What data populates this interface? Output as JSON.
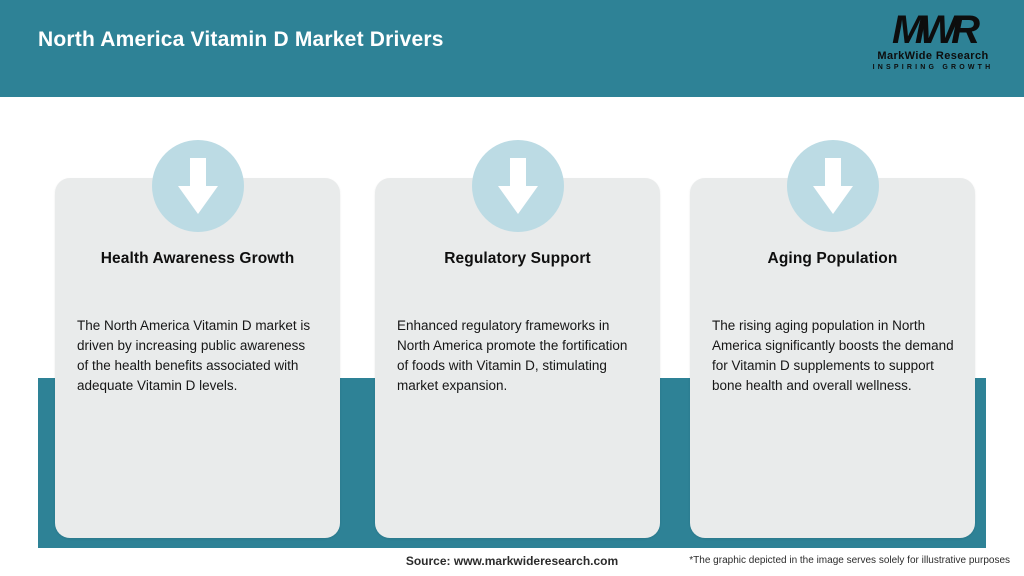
{
  "header": {
    "title": "North America Vitamin D Market Drivers",
    "logo": {
      "monogram": "MWR",
      "name": "MarkWide Research",
      "tagline": "Inspiring Growth"
    }
  },
  "cards": [
    {
      "icon": "down-arrow-icon",
      "title": "Health Awareness Growth",
      "description": "The North America Vitamin D market is driven by increasing public awareness of the health benefits associated with adequate Vitamin D levels."
    },
    {
      "icon": "down-arrow-icon",
      "title": "Regulatory Support",
      "description": "Enhanced regulatory frameworks in North America promote the fortification of foods with Vitamin D, stimulating market expansion."
    },
    {
      "icon": "down-arrow-icon",
      "title": "Aging Population",
      "description": "The rising aging population in North America significantly boosts the demand for Vitamin D supplements to support bone health and overall wellness."
    }
  ],
  "footer": {
    "source": "Source: www.markwideresearch.com",
    "disclaimer": "*The graphic depicted in the image serves solely for illustrative purposes"
  },
  "colors": {
    "header_teal": "#2e8296",
    "band_teal": "#2e8296",
    "circle_blue": "#bcdbe4",
    "card_gray": "#e9ebeb"
  }
}
